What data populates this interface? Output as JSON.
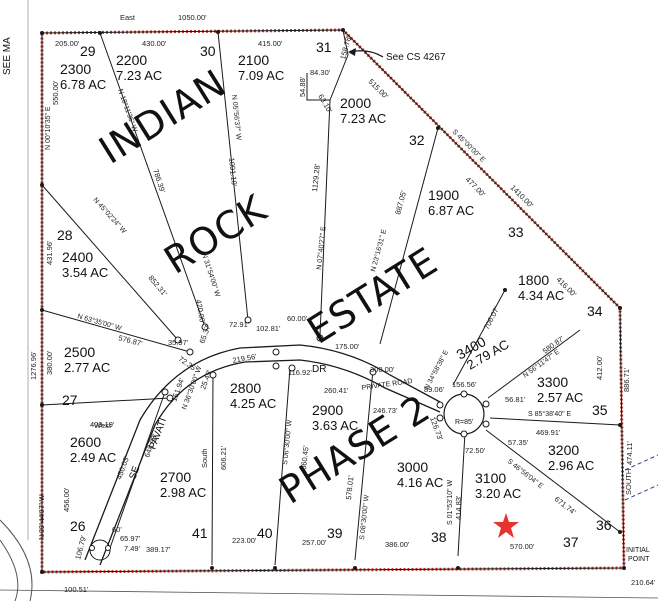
{
  "subdivision": {
    "name_words": [
      "INDIAN",
      "ROCK",
      "ESTATE",
      "PHASE 2"
    ],
    "see_margin": "SEE MA",
    "see_cs": "See CS 4267",
    "initial_point": [
      "INITIAL",
      "POINT"
    ],
    "road_names": {
      "dr": "DR",
      "private_road": "PRIVATE ROAD",
      "se": "SE",
      "pavati": "PAVATI"
    },
    "curve_radius": "R=85'"
  },
  "lots": [
    {
      "number": "29",
      "id": "2300",
      "acres": "6.78 AC"
    },
    {
      "number": "30",
      "id": "2200",
      "acres": "7.23 AC"
    },
    {
      "number": "31",
      "id": "2100",
      "acres": "7.09 AC"
    },
    {
      "number": "",
      "id": "2000",
      "acres": "7.23 AC"
    },
    {
      "number": "32",
      "id": "1900",
      "acres": "6.87 AC"
    },
    {
      "number": "33",
      "id": "1800",
      "acres": "4.34 AC"
    },
    {
      "number": "28",
      "id": "2400",
      "acres": "3.54 AC"
    },
    {
      "number": "34",
      "id": "3400",
      "acres": "2.79 AC"
    },
    {
      "number": "",
      "id": "2500",
      "acres": "2.77 AC"
    },
    {
      "number": "",
      "id": "2800",
      "acres": "4.25 AC"
    },
    {
      "number": "",
      "id": "2900",
      "acres": "3.63 AC"
    },
    {
      "number": "",
      "id": "3300",
      "acres": "2.57 AC"
    },
    {
      "number": "27",
      "id": "2600",
      "acres": "2.49 AC"
    },
    {
      "number": "",
      "id": "2700",
      "acres": "2.98 AC"
    },
    {
      "number": "",
      "id": "3000",
      "acres": "4.16 AC"
    },
    {
      "number": "",
      "id": "3100",
      "acres": "3.20 AC"
    },
    {
      "number": "35",
      "id": "3200",
      "acres": "2.96 AC"
    }
  ],
  "section_numbers": [
    "26",
    "41",
    "40",
    "39",
    "38",
    "37",
    "36"
  ],
  "dimensions": {
    "east": "East",
    "east_len": "1050.00'",
    "d205": "205.00'",
    "d430": "430.00'",
    "d415": "415.00'",
    "d158": "158.78'",
    "d84": "84.30'",
    "d54": "54.88'",
    "d63": "63.10'",
    "d515": "515.00'",
    "d550": "550.00'",
    "d1091": "1091.10'",
    "d1129": "1129.28'",
    "d786": "786.39'",
    "d887": "887.05'",
    "d477": "477.00'",
    "d1410": "1410.00'",
    "d852": "852.31'",
    "d431": "431.96'",
    "d420": "420.00'",
    "d416": "416.00'",
    "d706": "706.07'",
    "d580": "580.87'",
    "d60": "60.00'",
    "d102": "102.81'",
    "d72": "72.91'",
    "d65": "65.37'",
    "d35": "35.97'",
    "d72b": "72.35'",
    "d576": "576.87'",
    "d1276": "1276.96'",
    "d380": "380.00'",
    "d175": "175.00'",
    "d300": "300.00'",
    "d89": "89.06'",
    "d156": "156.56'",
    "d56": "56.81'",
    "d412": "412.00'",
    "d886": "886.71'",
    "d116": "116.92'",
    "d219": "219.56'",
    "d25": "25.49'",
    "d151": "151.94'",
    "d260": "260.41'",
    "d246": "246.73'",
    "d126": "126.73'",
    "d409": "409.19'",
    "d450": "450.03'",
    "d648": "648.83'",
    "d606": "606.21'",
    "d660": "660.45'",
    "d578": "578.01'",
    "d469": "469.91'",
    "d57": "57.35'",
    "d72c": "72.50'",
    "d414": "414.83'",
    "d671": "671.74'",
    "d474": "474.11'",
    "d456": "456.00'",
    "d60b": "60'",
    "d106": "106.79'",
    "d65b": "65.97'",
    "d7": "7.49'",
    "d389": "389.17'",
    "d223": "223.00'",
    "d257": "257.00'",
    "d386": "386.00'",
    "d570": "570.00'",
    "d210": "210.64'",
    "d100": "100.51'",
    "west": "West",
    "south": "SOUTH",
    "south2": "South"
  },
  "bearings": {
    "b1": "N 00°10'35\" E",
    "b2": "N 18°11'36\" W",
    "b3": "N 05°56'37\" W",
    "b4": "N 07°40'27\" E",
    "b5": "N 23°16'31\" E",
    "b6": "S 45°00'00\" E",
    "b7": "N 45°02'24\" W",
    "b8": "N 31°54'00\" W",
    "b9": "N 34°58'38\" E",
    "b10": "N 63°35'00\" W",
    "b11": "N 56°11'47\" E",
    "b12": "S 85°38'40\" E",
    "b13": "N 36°30'00\" W",
    "b14": "S 06°30'00\" W",
    "b15": "S 08°30'00\" W",
    "b16": "S 01°53'10\" W",
    "b17": "S 46°56'04\" E",
    "b18": "N 00°44'07\" W"
  },
  "colors": {
    "boundary": "#c0392b",
    "line": "#1a1a1a",
    "star": "#e3342f",
    "road": "#1a1a1a"
  }
}
